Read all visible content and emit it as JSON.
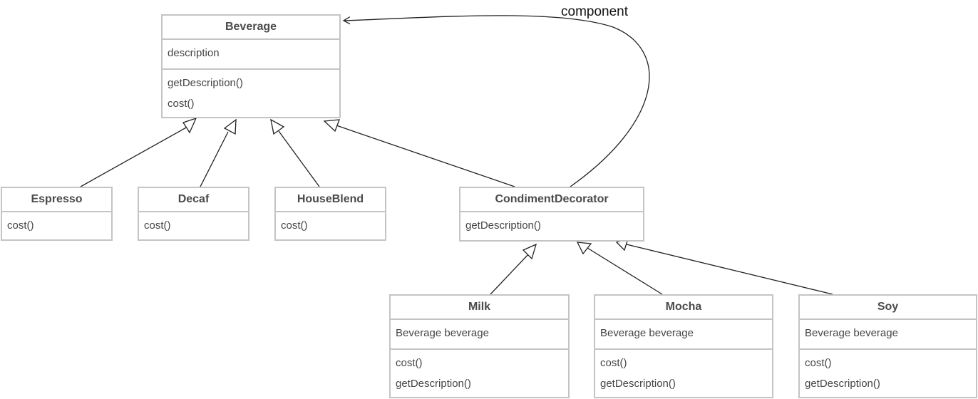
{
  "classes": {
    "beverage": {
      "name": "Beverage",
      "attributes": [
        "description"
      ],
      "methods": [
        "getDescription()",
        "cost()"
      ]
    },
    "espresso": {
      "name": "Espresso",
      "methods": [
        "cost()"
      ]
    },
    "decaf": {
      "name": "Decaf",
      "methods": [
        "cost()"
      ]
    },
    "houseblend": {
      "name": "HouseBlend",
      "methods": [
        "cost()"
      ]
    },
    "condiment": {
      "name": "CondimentDecorator",
      "methods": [
        "getDescription()"
      ]
    },
    "milk": {
      "name": "Milk",
      "attributes": [
        "Beverage beverage"
      ],
      "methods": [
        "cost()",
        "getDescription()"
      ]
    },
    "mocha": {
      "name": "Mocha",
      "attributes": [
        "Beverage beverage"
      ],
      "methods": [
        "cost()",
        "getDescription()"
      ]
    },
    "soy": {
      "name": "Soy",
      "attributes": [
        "Beverage beverage"
      ],
      "methods": [
        "cost()",
        "getDescription()"
      ]
    }
  },
  "association": {
    "label": "component"
  },
  "colors": {
    "border": "#c4c4c4",
    "line": "#222222",
    "text": "#4a4a4a"
  }
}
